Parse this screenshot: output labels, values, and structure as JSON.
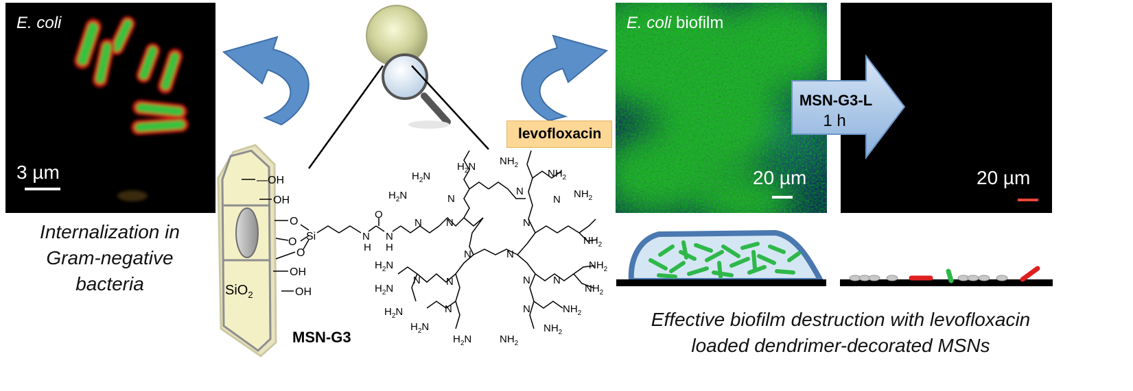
{
  "panels": {
    "ecoli": {
      "label": "E. coli",
      "scale": "3 µm"
    },
    "biofilm": {
      "label_italic": "E. coli",
      "label_rest": " biofilm",
      "scale": "20 µm"
    },
    "treated": {
      "scale": "20 µm"
    }
  },
  "captions": {
    "internalization": [
      "Internalization in",
      "Gram-negative",
      "bacteria"
    ],
    "destruction": [
      "Effective biofilm destruction with levofloxacin",
      "loaded dendrimer-decorated MSNs"
    ]
  },
  "labels": {
    "levofloxacin": "levofloxacin",
    "msn_g3": "MSN-G3",
    "arrow_top": "MSN-G3-L",
    "arrow_bottom": "1 h",
    "sio2": "SiO",
    "sio2_sub": "2"
  },
  "chemistry": {
    "oh": "OH",
    "o": "O",
    "si": "Si",
    "n": "N",
    "h": "H",
    "nh2": "NH",
    "h2n": "H",
    "sub2": "2"
  },
  "colors": {
    "arrow_blue": "#5b8fc9",
    "levo_box": "#fcd795",
    "biofilm_green": "#2fb84a",
    "biofilm_outline": "#4a78b0",
    "bacteria_red": "#e02020",
    "sio2_fill": "#f4f0c6"
  }
}
